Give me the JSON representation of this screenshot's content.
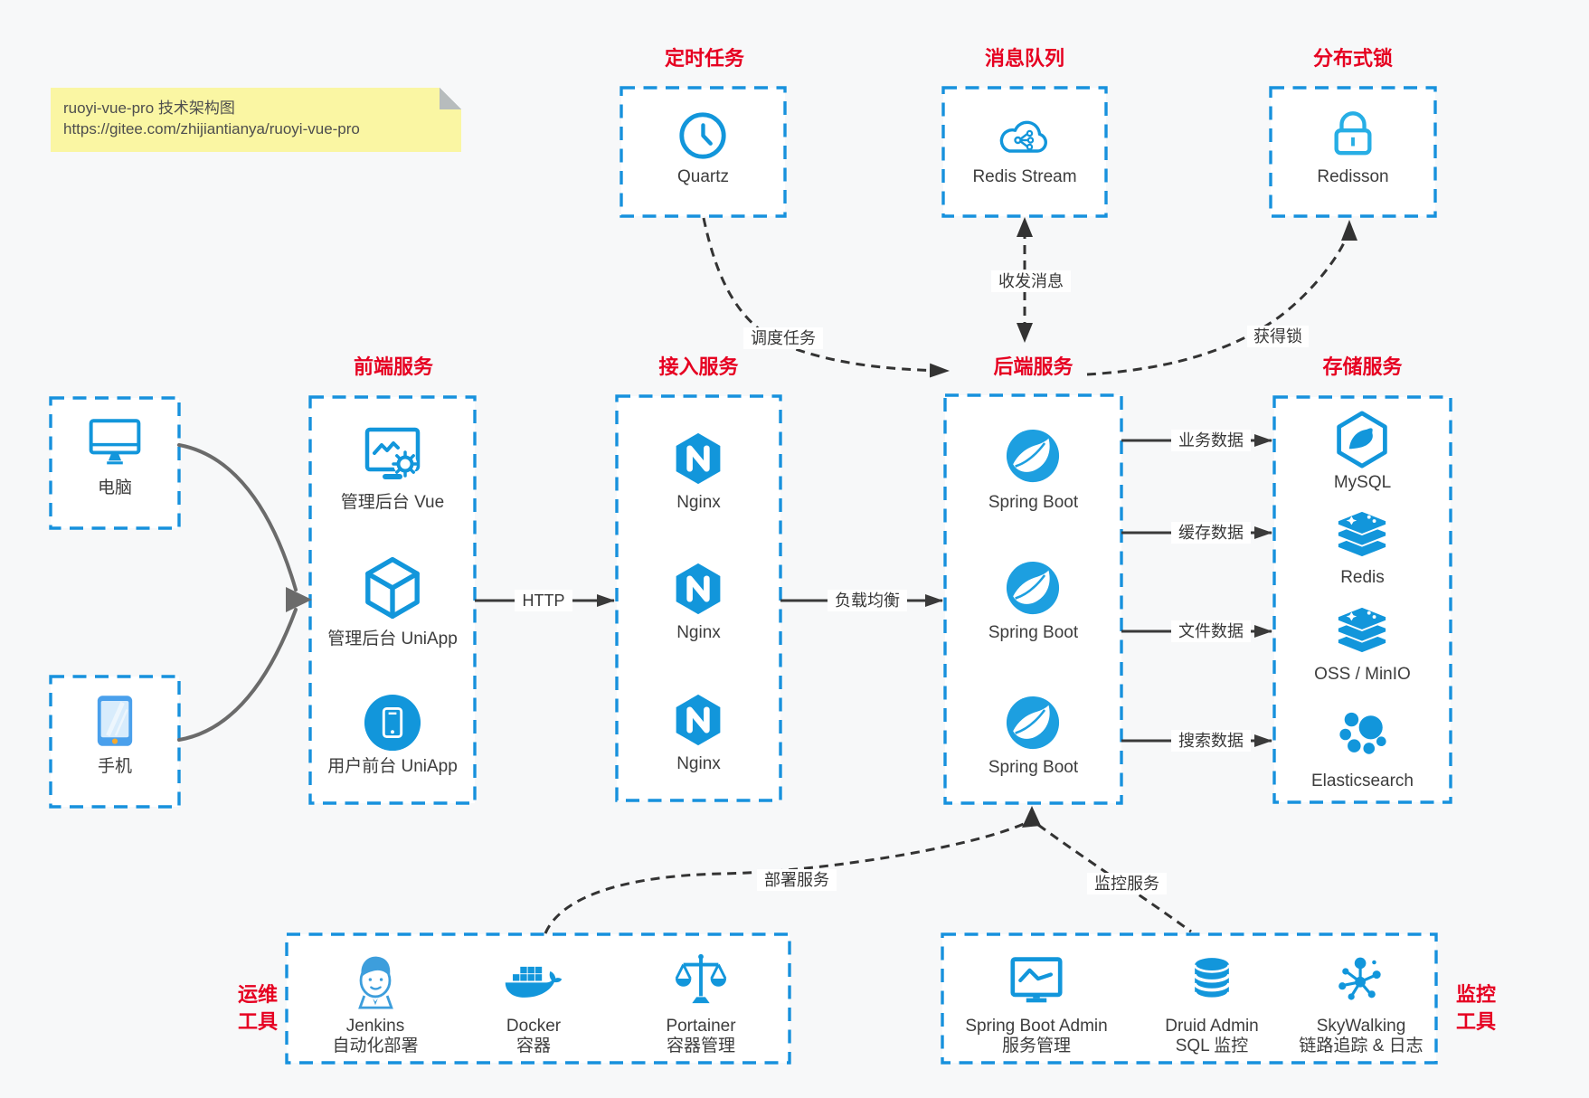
{
  "note": {
    "title": "ruoyi-vue-pro 技术架构图",
    "url": "https://gitee.com/zhijiantianya/ruoyi-vue-pro"
  },
  "colors": {
    "accent_blue": "#1296db",
    "accent_red": "#e60021",
    "box_border_blue": "#1791dd",
    "arrow_dark": "#3a3a3a",
    "arrow_gray": "#6b6b6b",
    "note_yellow": "#faf6a3",
    "page_background": "#f7f8f9"
  },
  "top_services": [
    {
      "label": "定时任务",
      "item": "Quartz",
      "icon": "clock-icon"
    },
    {
      "label": "消息队列",
      "item": "Redis Stream",
      "icon": "cloud-share-icon"
    },
    {
      "label": "分布式锁",
      "item": "Redisson",
      "icon": "lock-icon"
    }
  ],
  "clients": [
    {
      "label": "电脑",
      "icon": "desktop-icon"
    },
    {
      "label": "手机",
      "icon": "smartphone-icon"
    }
  ],
  "service_columns": [
    {
      "label": "前端服务",
      "items": [
        "管理后台 Vue",
        "管理后台 UniApp",
        "用户前台 UniApp"
      ]
    },
    {
      "label": "接入服务",
      "items": [
        "Nginx",
        "Nginx",
        "Nginx"
      ]
    },
    {
      "label": "后端服务",
      "items": [
        "Spring Boot",
        "Spring Boot",
        "Spring Boot"
      ]
    },
    {
      "label": "存储服务",
      "items": [
        "MySQL",
        "Redis",
        "OSS / MinIO",
        "Elasticsearch"
      ]
    }
  ],
  "tool_groups": [
    {
      "label_line1": "运维",
      "label_line2": "工具",
      "items": [
        {
          "name": "Jenkins",
          "desc": "自动化部署"
        },
        {
          "name": "Docker",
          "desc": "容器"
        },
        {
          "name": "Portainer",
          "desc": "容器管理"
        }
      ]
    },
    {
      "label_line1": "监控",
      "label_line2": "工具",
      "items": [
        {
          "name": "Spring Boot Admin",
          "desc": "服务管理"
        },
        {
          "name": "Druid Admin",
          "desc": "SQL 监控"
        },
        {
          "name": "SkyWalking",
          "desc": "链路追踪 & 日志"
        }
      ]
    }
  ],
  "edge_labels": {
    "http": "HTTP",
    "load_balance": "负载均衡",
    "schedule": "调度任务",
    "message": "收发消息",
    "acquire_lock": "获得锁",
    "business_data": "业务数据",
    "cache_data": "缓存数据",
    "file_data": "文件数据",
    "search_data": "搜索数据",
    "deploy": "部署服务",
    "monitor": "监控服务"
  }
}
